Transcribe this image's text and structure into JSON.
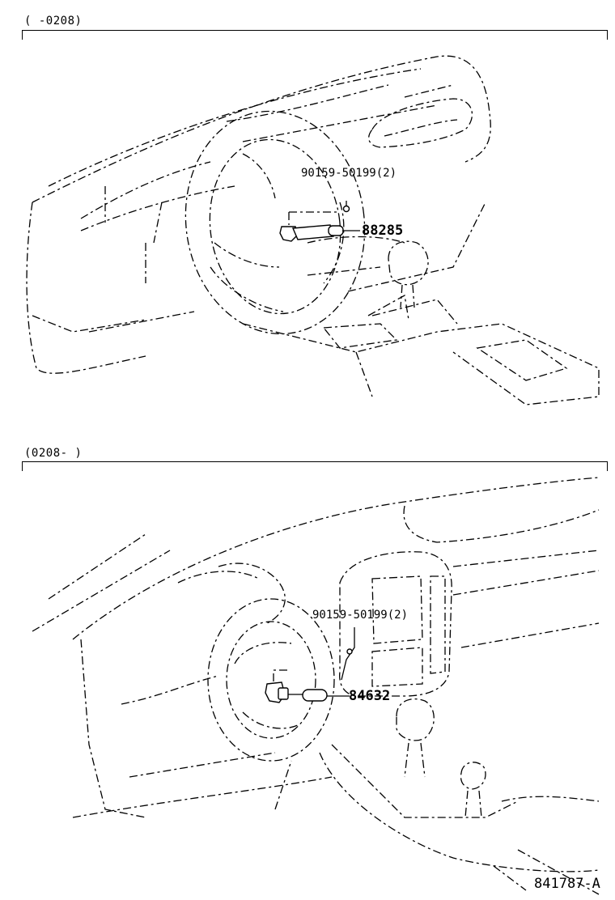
{
  "panels": [
    {
      "range_label": "(    -0208)",
      "bolt_label": "90159-50199(2)",
      "part_number": "88285"
    },
    {
      "range_label": "(0208-    )",
      "bolt_label": "90159-50199(2)",
      "part_number": "84632"
    }
  ],
  "illustration_id": "841787-A"
}
